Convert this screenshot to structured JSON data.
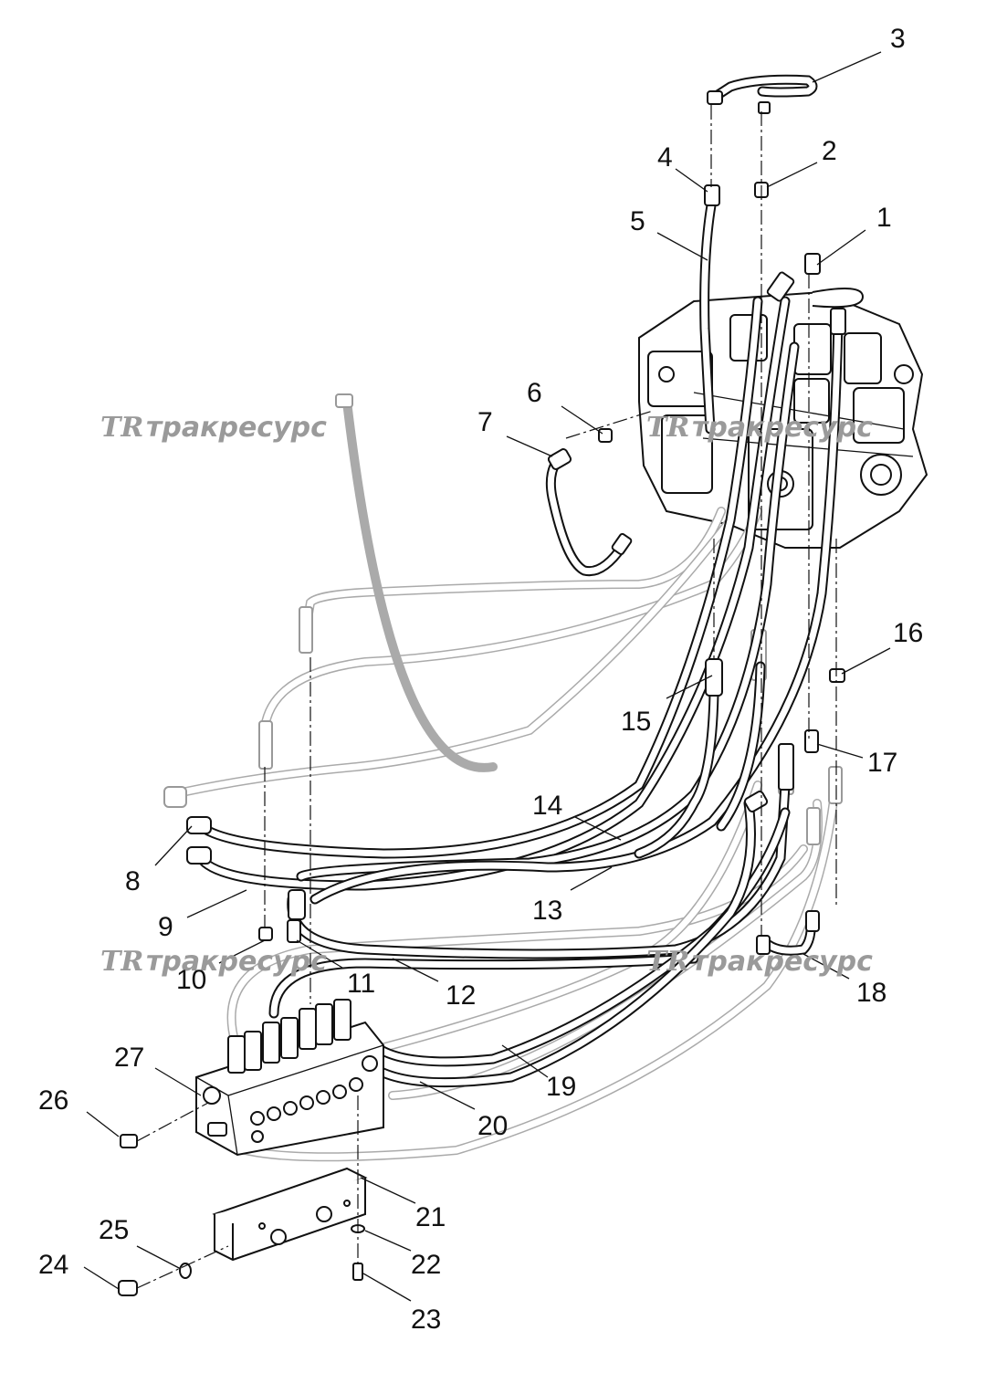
{
  "watermark": {
    "logo": "TR",
    "brand": "тракресурс"
  },
  "callouts": [
    {
      "id": "1",
      "label": "1"
    },
    {
      "id": "2",
      "label": "2"
    },
    {
      "id": "3",
      "label": "3"
    },
    {
      "id": "4",
      "label": "4"
    },
    {
      "id": "5",
      "label": "5"
    },
    {
      "id": "6",
      "label": "6"
    },
    {
      "id": "7",
      "label": "7"
    },
    {
      "id": "8",
      "label": "8"
    },
    {
      "id": "9",
      "label": "9"
    },
    {
      "id": "10",
      "label": "10"
    },
    {
      "id": "11",
      "label": "11"
    },
    {
      "id": "12",
      "label": "12"
    },
    {
      "id": "13",
      "label": "13"
    },
    {
      "id": "14",
      "label": "14"
    },
    {
      "id": "15",
      "label": "15"
    },
    {
      "id": "16",
      "label": "16"
    },
    {
      "id": "17",
      "label": "17"
    },
    {
      "id": "18",
      "label": "18"
    },
    {
      "id": "19",
      "label": "19"
    },
    {
      "id": "20",
      "label": "20"
    },
    {
      "id": "21",
      "label": "21"
    },
    {
      "id": "22",
      "label": "22"
    },
    {
      "id": "23",
      "label": "23"
    },
    {
      "id": "24",
      "label": "24"
    },
    {
      "id": "25",
      "label": "25"
    },
    {
      "id": "26",
      "label": "26"
    },
    {
      "id": "27",
      "label": "27"
    }
  ],
  "colors": {
    "line": "#111111",
    "ghost": "#aaaaaa",
    "watermark": "#9a9a9a",
    "background": "#ffffff"
  }
}
